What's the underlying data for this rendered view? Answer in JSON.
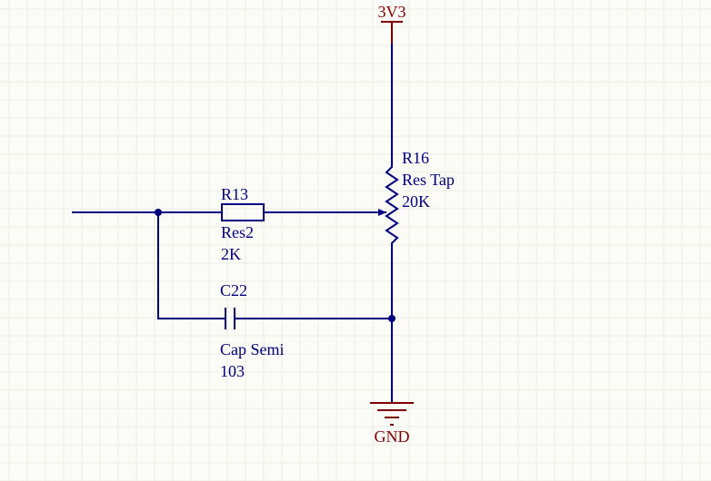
{
  "colors": {
    "background": "#fbfbf7",
    "grid": "#ecece4",
    "wire": "#000080",
    "power": "#800000"
  },
  "power_ports": {
    "supply": {
      "net": "3V3",
      "icon": "power-bar-icon"
    },
    "ground": {
      "net": "GND",
      "icon": "ground-icon"
    }
  },
  "components": {
    "r13": {
      "designator": "R13",
      "comment": "Res2",
      "value": "2K",
      "icon": "resistor-icon"
    },
    "r16": {
      "designator": "R16",
      "comment": "Res Tap",
      "value": "20K",
      "icon": "potentiometer-icon"
    },
    "c22": {
      "designator": "C22",
      "comment": "Cap Semi",
      "value": "103",
      "icon": "capacitor-icon"
    }
  }
}
